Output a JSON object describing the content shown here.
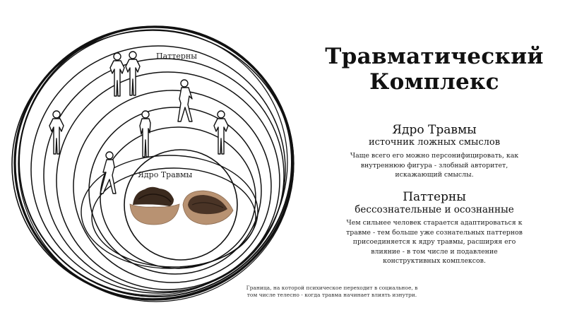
{
  "title": {
    "line1": "Травматический",
    "line2": "Комплекс"
  },
  "diagram": {
    "labels": {
      "patterns": "Паттерны",
      "core": "Ядро Травмы"
    },
    "icons": {
      "figures": "person-silhouette-icon",
      "core_image": "cracked-walnut-icon"
    },
    "colors": {
      "stroke": "#111111",
      "nut_shell": "#b89272",
      "nut_inner": "#3b2a1e"
    }
  },
  "sections": [
    {
      "heading": "Ядро Травмы",
      "subheading": "источник ложных смыслов",
      "body": [
        "Чаще всего его можно персонифицировать, как",
        "внутреннюю фигура - злобный авторитет,",
        "искажающий смыслы."
      ]
    },
    {
      "heading": "Паттерны",
      "subheading": "бессознательные и осознанные",
      "body": [
        "Чем сильнее человек старается адаптироваться к",
        "травме - тем больше уже сознательных паттернов",
        "присоединяется к ядру травмы, расширяя его",
        "влияние - в том числе и подавление",
        "конструктивных комплексов."
      ]
    }
  ],
  "footnote": {
    "line1": "Граница, на которой психическое переходит в социальное, в",
    "line2": "том числе телесно - когда травма начинает влиять изнутри."
  }
}
